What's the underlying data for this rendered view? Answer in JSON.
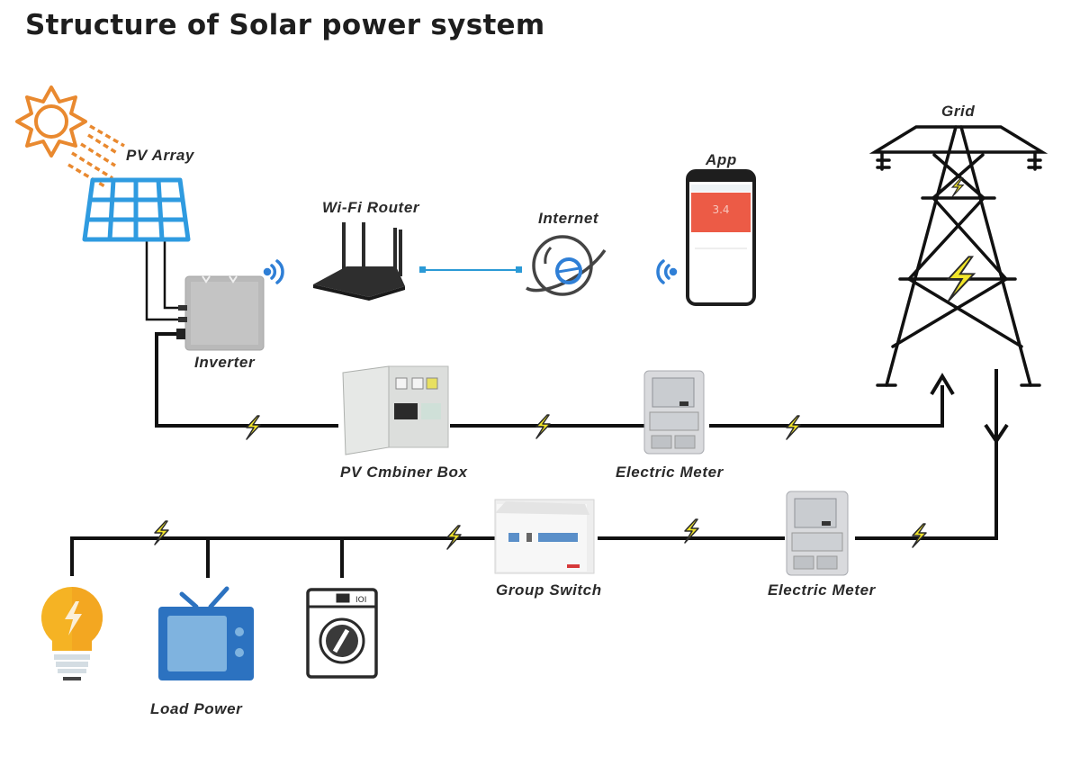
{
  "title": "Structure of Solar power system",
  "colors": {
    "sun": "#e9892f",
    "panel": "#2f9be0",
    "wire": "#111111",
    "wifi": "#2f7fd6",
    "link": "#2b9ad6",
    "app_screen": "#ec5b46",
    "bolt": "#f2e62a",
    "bulb": "#f5b324",
    "tv_body": "#2c72c0",
    "tv_screen": "#7fb3df"
  },
  "labels": {
    "pv_array": "PV  Array",
    "wifi_router": "Wi-Fi  Router",
    "internet": "Internet",
    "app": "App",
    "grid": "Grid",
    "inverter": "Inverter",
    "combiner_box": "PV Cmbiner Box",
    "meter_top": "Electric Meter",
    "group_switch": "Group Switch",
    "meter_bottom": "Electric Meter",
    "load_power": "Load  Power"
  },
  "app_screen_value": "3.4",
  "icons": [
    "sun-icon",
    "solar-panel-icon",
    "inverter-icon",
    "wifi-signal-icon",
    "router-icon",
    "internet-globe-icon",
    "smartphone-icon",
    "transmission-tower-icon",
    "combiner-box-icon",
    "electric-meter-icon",
    "group-switch-icon",
    "light-bulb-icon",
    "television-icon",
    "washing-machine-icon",
    "lightning-bolt-icon",
    "arrow-up-icon",
    "arrow-down-icon"
  ]
}
